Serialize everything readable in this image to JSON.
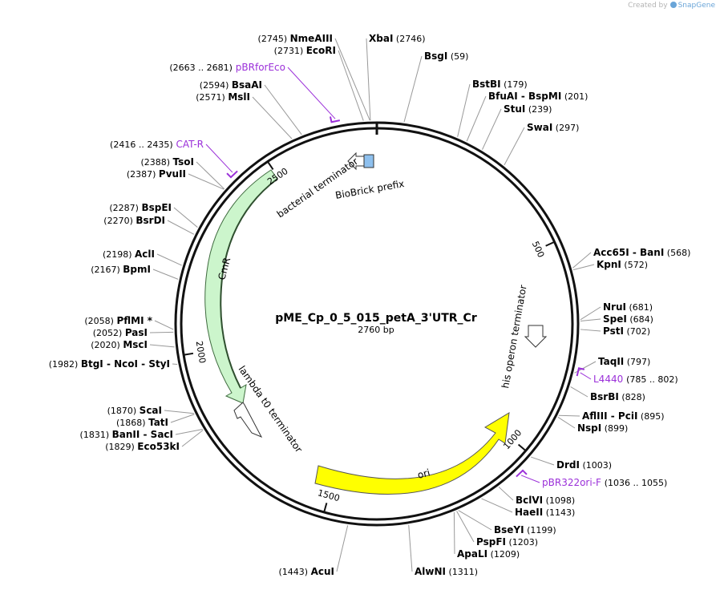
{
  "plasmid": {
    "name": "pME_Cp_0_5_015_petA_3'UTR_Cr",
    "size_label": "2760 bp",
    "length": 2760
  },
  "credit": {
    "prefix": "Created by",
    "brand": "SnapGene"
  },
  "colors": {
    "primer": "#9b30d9",
    "backbone": "#111111",
    "cmr": "#ccf5cc",
    "ori": "#ffff00",
    "biobrick": "#8ec0ee",
    "terminator": "#ffffff"
  },
  "ticks": [
    {
      "pos": 500,
      "label": "500"
    },
    {
      "pos": 1000,
      "label": "1000"
    },
    {
      "pos": 1500,
      "label": "1500"
    },
    {
      "pos": 2000,
      "label": "2000"
    },
    {
      "pos": 2500,
      "label": "2500"
    }
  ],
  "sites": [
    {
      "enzymes": [
        "NmeAIII"
      ],
      "pos_label": "(2745)",
      "pos": 2745
    },
    {
      "enzymes": [
        "EcoRI"
      ],
      "pos_label": "(2731)",
      "pos": 2731
    },
    {
      "enzymes": [
        "XbaI"
      ],
      "pos_label": "(2746)",
      "pos": 2746
    },
    {
      "enzymes": [
        "BsgI"
      ],
      "pos_label": "(59)",
      "pos": 59
    },
    {
      "enzymes": [
        "BstBI"
      ],
      "pos_label": "(179)",
      "pos": 179
    },
    {
      "enzymes": [
        "BfuAI",
        "BspMI"
      ],
      "pos_label": "(201)",
      "pos": 201
    },
    {
      "enzymes": [
        "StuI"
      ],
      "pos_label": "(239)",
      "pos": 239
    },
    {
      "enzymes": [
        "SwaI"
      ],
      "pos_label": "(297)",
      "pos": 297
    },
    {
      "enzymes": [
        "Acc65I",
        "BanI"
      ],
      "pos_label": "(568)",
      "pos": 568
    },
    {
      "enzymes": [
        "KpnI"
      ],
      "pos_label": "(572)",
      "pos": 572
    },
    {
      "enzymes": [
        "NruI"
      ],
      "pos_label": "(681)",
      "pos": 681
    },
    {
      "enzymes": [
        "SpeI"
      ],
      "pos_label": "(684)",
      "pos": 684
    },
    {
      "enzymes": [
        "PstI"
      ],
      "pos_label": "(702)",
      "pos": 702
    },
    {
      "enzymes": [
        "TaqII"
      ],
      "pos_label": "(797)",
      "pos": 797
    },
    {
      "enzymes": [
        "BsrBI"
      ],
      "pos_label": "(828)",
      "pos": 828
    },
    {
      "enzymes": [
        "AflIII",
        "PciI"
      ],
      "pos_label": "(895)",
      "pos": 895
    },
    {
      "enzymes": [
        "NspI"
      ],
      "pos_label": "(899)",
      "pos": 899
    },
    {
      "enzymes": [
        "DrdI"
      ],
      "pos_label": "(1003)",
      "pos": 1003
    },
    {
      "enzymes": [
        "BclVI"
      ],
      "pos_label": "(1098)",
      "pos": 1098
    },
    {
      "enzymes": [
        "HaeII"
      ],
      "pos_label": "(1143)",
      "pos": 1143
    },
    {
      "enzymes": [
        "BseYI"
      ],
      "pos_label": "(1199)",
      "pos": 1199
    },
    {
      "enzymes": [
        "PspFI"
      ],
      "pos_label": "(1203)",
      "pos": 1203
    },
    {
      "enzymes": [
        "ApaLI"
      ],
      "pos_label": "(1209)",
      "pos": 1209
    },
    {
      "enzymes": [
        "AlwNI"
      ],
      "pos_label": "(1311)",
      "pos": 1311
    },
    {
      "enzymes": [
        "AcuI"
      ],
      "pos_label": "(1443)",
      "pos": 1443
    },
    {
      "enzymes": [
        "Eco53kI"
      ],
      "pos_label": "(1829)",
      "pos": 1829
    },
    {
      "enzymes": [
        "BanII",
        "SacI"
      ],
      "pos_label": "(1831)",
      "pos": 1831
    },
    {
      "enzymes": [
        "TatI"
      ],
      "pos_label": "(1868)",
      "pos": 1868
    },
    {
      "enzymes": [
        "ScaI"
      ],
      "pos_label": "(1870)",
      "pos": 1870
    },
    {
      "enzymes": [
        "BtgI",
        "NcoI",
        "StyI"
      ],
      "pos_label": "(1982)",
      "pos": 1982
    },
    {
      "enzymes": [
        "MscI"
      ],
      "pos_label": "(2020)",
      "pos": 2020
    },
    {
      "enzymes": [
        "PasI"
      ],
      "pos_label": "(2052)",
      "pos": 2052
    },
    {
      "enzymes": [
        "PflMI *"
      ],
      "pos_label": "(2058)",
      "pos": 2058
    },
    {
      "enzymes": [
        "BpmI"
      ],
      "pos_label": "(2167)",
      "pos": 2167
    },
    {
      "enzymes": [
        "AclI"
      ],
      "pos_label": "(2198)",
      "pos": 2198
    },
    {
      "enzymes": [
        "BsrDI"
      ],
      "pos_label": "(2270)",
      "pos": 2270
    },
    {
      "enzymes": [
        "BspEI"
      ],
      "pos_label": "(2287)",
      "pos": 2287
    },
    {
      "enzymes": [
        "PvuII"
      ],
      "pos_label": "(2387)",
      "pos": 2387
    },
    {
      "enzymes": [
        "TsoI"
      ],
      "pos_label": "(2388)",
      "pos": 2388
    },
    {
      "enzymes": [
        "MslI"
      ],
      "pos_label": "(2571)",
      "pos": 2571
    },
    {
      "enzymes": [
        "BsaAI"
      ],
      "pos_label": "(2594)",
      "pos": 2594
    }
  ],
  "primers": [
    {
      "name": "pBRforEco",
      "range_label": "(2663 .. 2681)",
      "start": 2663,
      "end": 2681
    },
    {
      "name": "CAT-R",
      "range_label": "(2416 .. 2435)",
      "start": 2416,
      "end": 2435
    },
    {
      "name": "L4440",
      "range_label": "(785 .. 802)",
      "start": 785,
      "end": 802
    },
    {
      "name": "pBR322ori-F",
      "range_label": "(1036 .. 1055)",
      "start": 1036,
      "end": 1055
    }
  ],
  "features": [
    {
      "name": "CmR",
      "kind": "cds",
      "start": 1800,
      "end": 2460,
      "strand": -1
    },
    {
      "name": "ori",
      "kind": "rep_origin",
      "start": 1030,
      "end": 1620,
      "strand": -1
    },
    {
      "name": "BioBrick prefix",
      "kind": "misc",
      "start": 2725,
      "end": 2746,
      "strand": 0
    },
    {
      "name": "bacterial terminator",
      "kind": "terminator",
      "start": 2700,
      "end": 2760,
      "strand": -1
    },
    {
      "name": "his operon terminator",
      "kind": "terminator",
      "start": 720,
      "end": 780,
      "strand": 1
    },
    {
      "name": "lambda t0 terminator",
      "kind": "terminator",
      "start": 1700,
      "end": 1760,
      "strand": 1
    }
  ]
}
